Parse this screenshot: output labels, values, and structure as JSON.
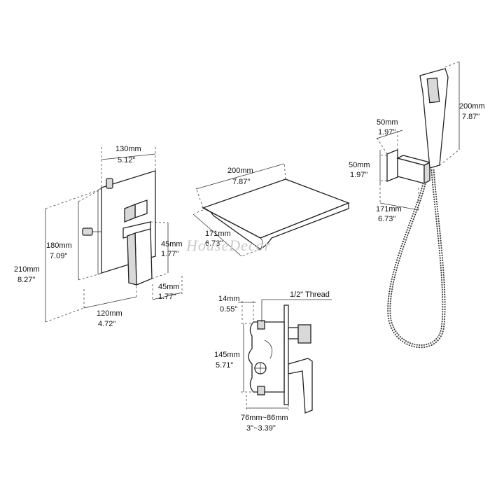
{
  "watermark": "HouseDecor",
  "dimensions": {
    "panel_width": {
      "mm": "130mm",
      "in": "5.12\""
    },
    "panel_inner_height": {
      "mm": "180mm",
      "in": "7.09\""
    },
    "panel_height": {
      "mm": "210mm",
      "in": "8.27\""
    },
    "panel_depth": {
      "mm": "120mm",
      "in": "4.72\""
    },
    "handle_height": {
      "mm": "45mm",
      "in": "1.77\""
    },
    "handle_depth": {
      "mm": "45mm",
      "in": "1.77\""
    },
    "spout_width": {
      "mm": "200mm",
      "in": "7.87\""
    },
    "spout_depth": {
      "mm": "171mm",
      "in": "6.73\""
    },
    "holder_width": {
      "mm": "50mm",
      "in": "1.97\""
    },
    "holder_height": {
      "mm": "50mm",
      "in": "1.97\""
    },
    "hose_offset": {
      "mm": "171mm",
      "in": "6.73\""
    },
    "handshower_length": {
      "mm": "200mm",
      "in": "7.87\""
    },
    "valve_inlet": {
      "mm": "14mm",
      "in": "0.55\""
    },
    "valve_height": {
      "mm": "145mm",
      "in": "5.71\""
    },
    "valve_depth": {
      "mm": "76mm~86mm",
      "in": "3\"~3.39\""
    },
    "thread": "1/2\" Thread"
  }
}
